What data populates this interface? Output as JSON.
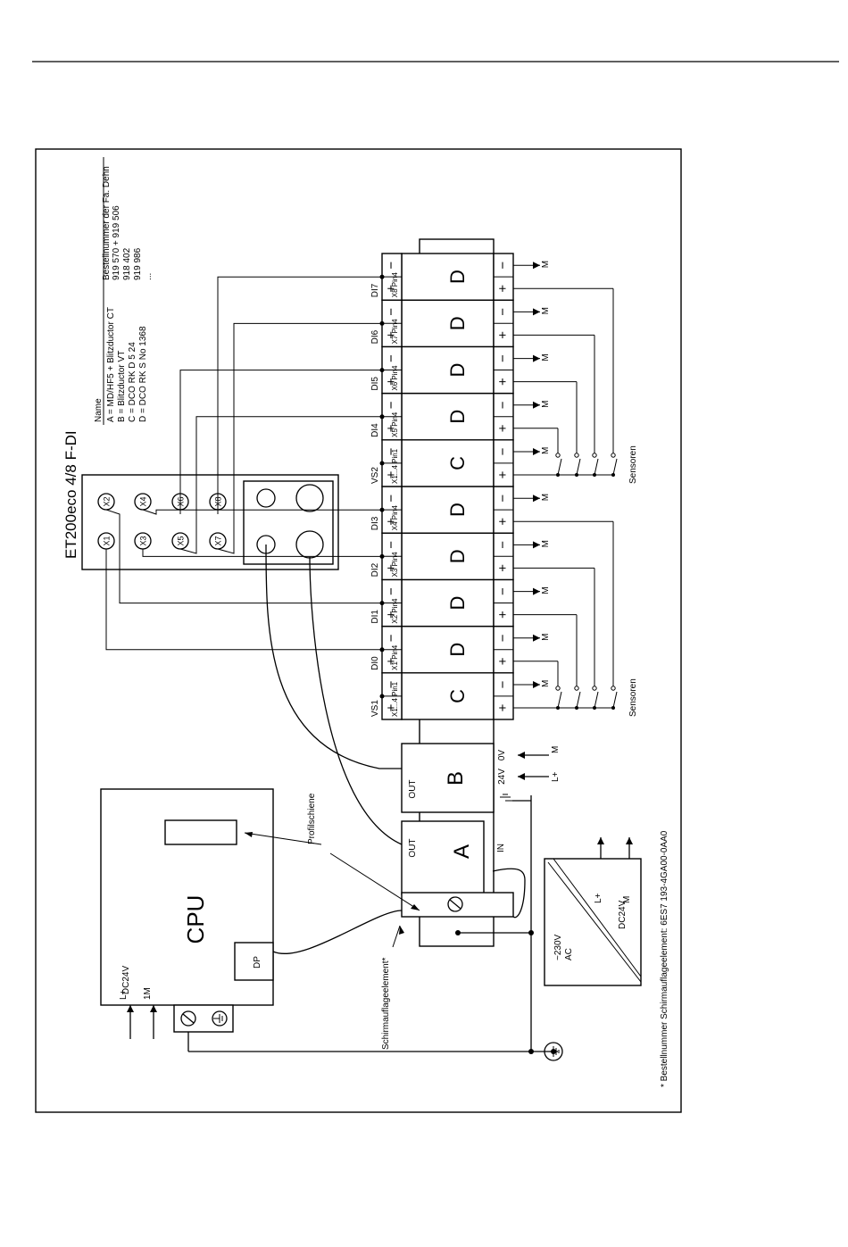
{
  "device_title": "ET200eco 4/8 F-DI",
  "connectors": [
    "X1",
    "X2",
    "X3",
    "X4",
    "X5",
    "X6",
    "X7",
    "X8"
  ],
  "legend": {
    "col_name": "Name",
    "col_order": "Bestellnummer der Fa. Dehn",
    "rows": [
      {
        "name": "A = MD/HF5 + Blitzductor CT",
        "order": "919 570 + 919 506"
      },
      {
        "name": "B = Blitzductor VT",
        "order": "918 402"
      },
      {
        "name": "C = DCO RK D 5 24",
        "order": "919 986"
      },
      {
        "name": "D = DCO RK S No 1368",
        "order": "..."
      }
    ]
  },
  "channels": [
    {
      "label": "VS1",
      "pin": "X1...4 Pin1",
      "module": "C"
    },
    {
      "label": "DI0",
      "pin": "X1 Pin4",
      "module": "D"
    },
    {
      "label": "DI1",
      "pin": "X2 Pin4",
      "module": "D"
    },
    {
      "label": "DI2",
      "pin": "X3 Pin4",
      "module": "D"
    },
    {
      "label": "DI3",
      "pin": "X4 Pin4",
      "module": "D"
    },
    {
      "label": "VS2",
      "pin": "X1...4 Pin1",
      "module": "C"
    },
    {
      "label": "DI4",
      "pin": "X5 Pin4",
      "module": "D"
    },
    {
      "label": "DI5",
      "pin": "X6 Pin4",
      "module": "D"
    },
    {
      "label": "DI6",
      "pin": "X7 Pin4",
      "module": "D"
    },
    {
      "label": "DI7",
      "pin": "X8 Pin4",
      "module": "D"
    }
  ],
  "terminal_plus": "+",
  "terminal_minus": "−",
  "ground_label": "M",
  "sensors_label": "Sensoren",
  "module_b": {
    "out": "OUT",
    "letter": "B",
    "v24": "24V",
    "v0": "0V",
    "m": "M",
    "lplus": "L+"
  },
  "module_a": {
    "out": "OUT",
    "letter": "A",
    "in": "IN"
  },
  "profile_rail": "Profilschiene",
  "shield_element": "Schirmauflageelement*",
  "cpu": {
    "title": "CPU",
    "supply": "DC24V",
    "dp": "DP",
    "lplus": "L+",
    "onem": "1M"
  },
  "psu": {
    "ac": "~230V",
    "ac2": "AC",
    "dc": "DC24V",
    "lplus": "L+",
    "m": "M"
  },
  "footnote": "* Bestellnummer Schirmauflageelement: 6ES7 193-4GA00-0AA0"
}
